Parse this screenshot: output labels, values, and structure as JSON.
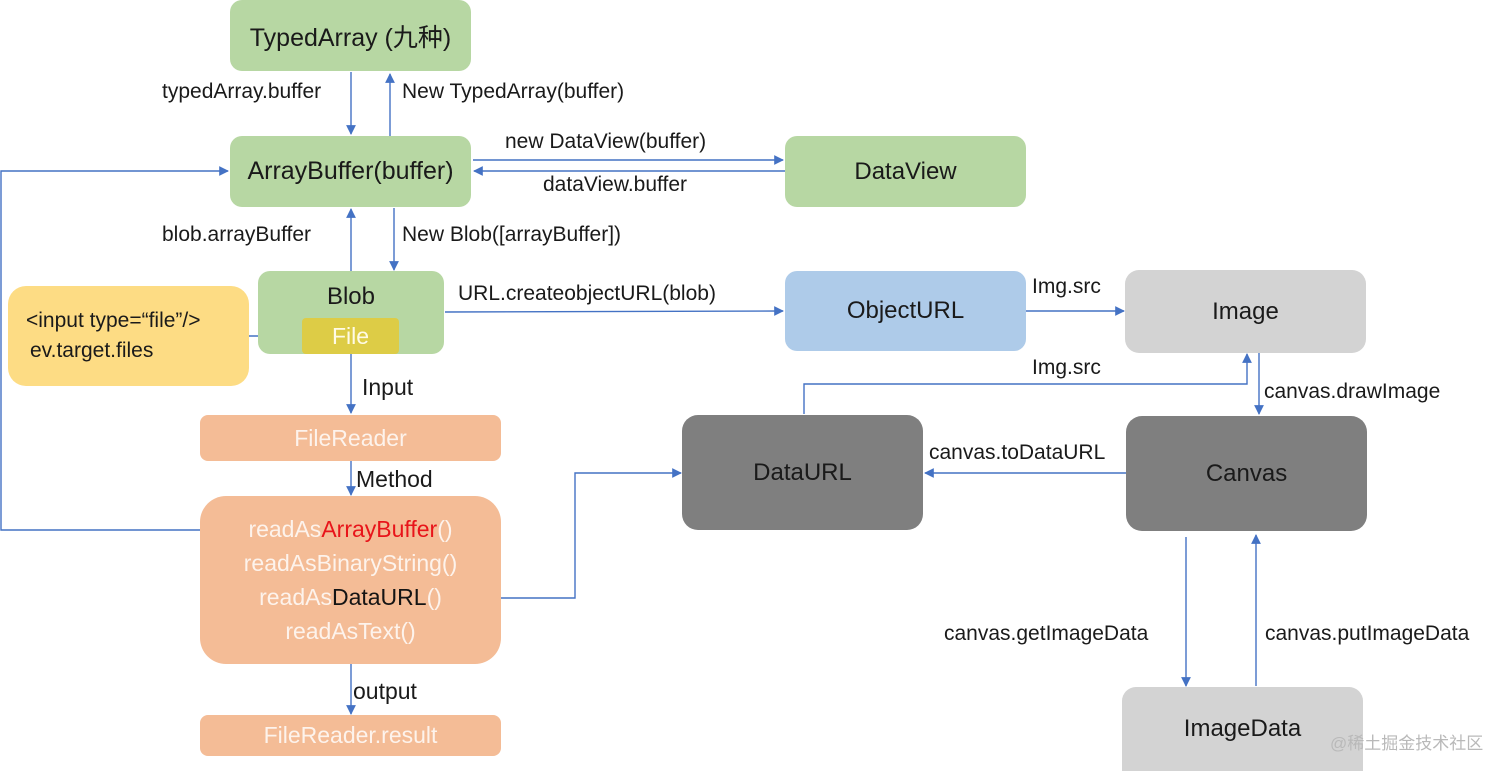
{
  "nodes": {
    "typedarray": "TypedArray (九种)",
    "arraybuffer": "ArrayBuffer(buffer)",
    "dataview": "DataView",
    "blob": "Blob",
    "file": "File",
    "input_file": {
      "line1": "<input type=“file”/>",
      "line2": "ev.target.files"
    },
    "objecturl": "ObjectURL",
    "image": "Image",
    "filereader": "FileReader",
    "dataurl": "DataURL",
    "canvas": "Canvas",
    "methods": [
      {
        "prefix": "readAs",
        "highlight": "ArrayBuffer",
        "suffix": "()",
        "highlight_color": "red"
      },
      {
        "prefix": "readAsBinaryString()",
        "highlight": "",
        "suffix": ""
      },
      {
        "prefix": "readAs",
        "highlight": "DataURL",
        "suffix": "()",
        "highlight_color": "dark"
      },
      {
        "prefix": "readAsText()",
        "highlight": "",
        "suffix": ""
      }
    ],
    "filereader_result": "FileReader.result",
    "imagedata": "ImageData"
  },
  "edges": {
    "typedarray_buffer": "typedArray.buffer",
    "new_typedarray": "New TypedArray(buffer)",
    "new_dataview": "new DataView(buffer)",
    "dataview_buffer": "dataView.buffer",
    "blob_arraybuffer": "blob.arrayBuffer",
    "new_blob": "New Blob([arrayBuffer])",
    "create_object_url": "URL.createobjectURL(blob)",
    "img_src_1": "Img.src",
    "img_src_2": "Img.src",
    "input": "Input",
    "method": "Method",
    "output": "output",
    "draw_image": "canvas.drawImage",
    "to_data_url": "canvas.toDataURL",
    "get_image_data": "canvas.getImageData",
    "put_image_data": "canvas.putImageData"
  },
  "colors": {
    "wire": "#4472c4",
    "green": "#b7d7a3",
    "blue": "#aecbe9",
    "light_gray": "#d3d3d3",
    "dark_gray": "#7f7f7f",
    "yellow": "#fddc84",
    "peach": "#f4bc96",
    "file_chip": "#ddcc46",
    "highlight_red": "#e8141a"
  },
  "watermark": "@稀土掘金技术社区"
}
